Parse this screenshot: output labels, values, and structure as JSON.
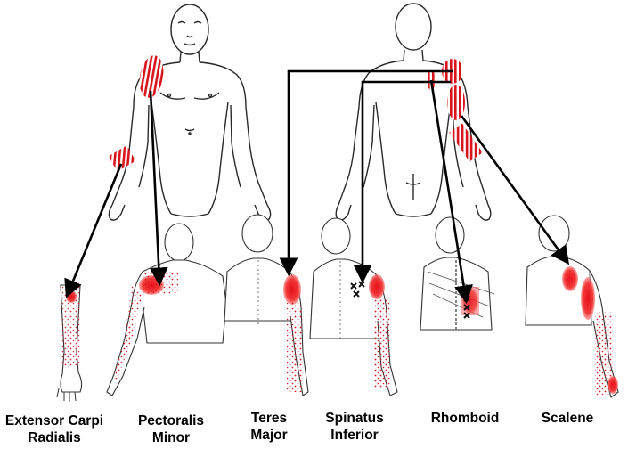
{
  "colors": {
    "outline": "#2a2a2a",
    "referral_red": "#d9141c",
    "trigger_x": "#111111",
    "arrow": "#000000"
  },
  "figures": {
    "front_body": {
      "view": "anterior"
    },
    "back_body": {
      "view": "posterior"
    }
  },
  "muscles": [
    {
      "id": "extensor-carpi-radialis",
      "line1": "Extensor Carpi",
      "line2": "Radialis"
    },
    {
      "id": "pectoralis-minor",
      "line1": "Pectoralis",
      "line2": "Minor"
    },
    {
      "id": "teres-major",
      "line1": "Teres",
      "line2": "Major"
    },
    {
      "id": "spinatus-inferior",
      "line1": "Spinatus",
      "line2": "Inferior"
    },
    {
      "id": "rhomboid",
      "line1": "Rhomboid",
      "line2": ""
    },
    {
      "id": "scalene",
      "line1": "Scalene",
      "line2": ""
    }
  ]
}
